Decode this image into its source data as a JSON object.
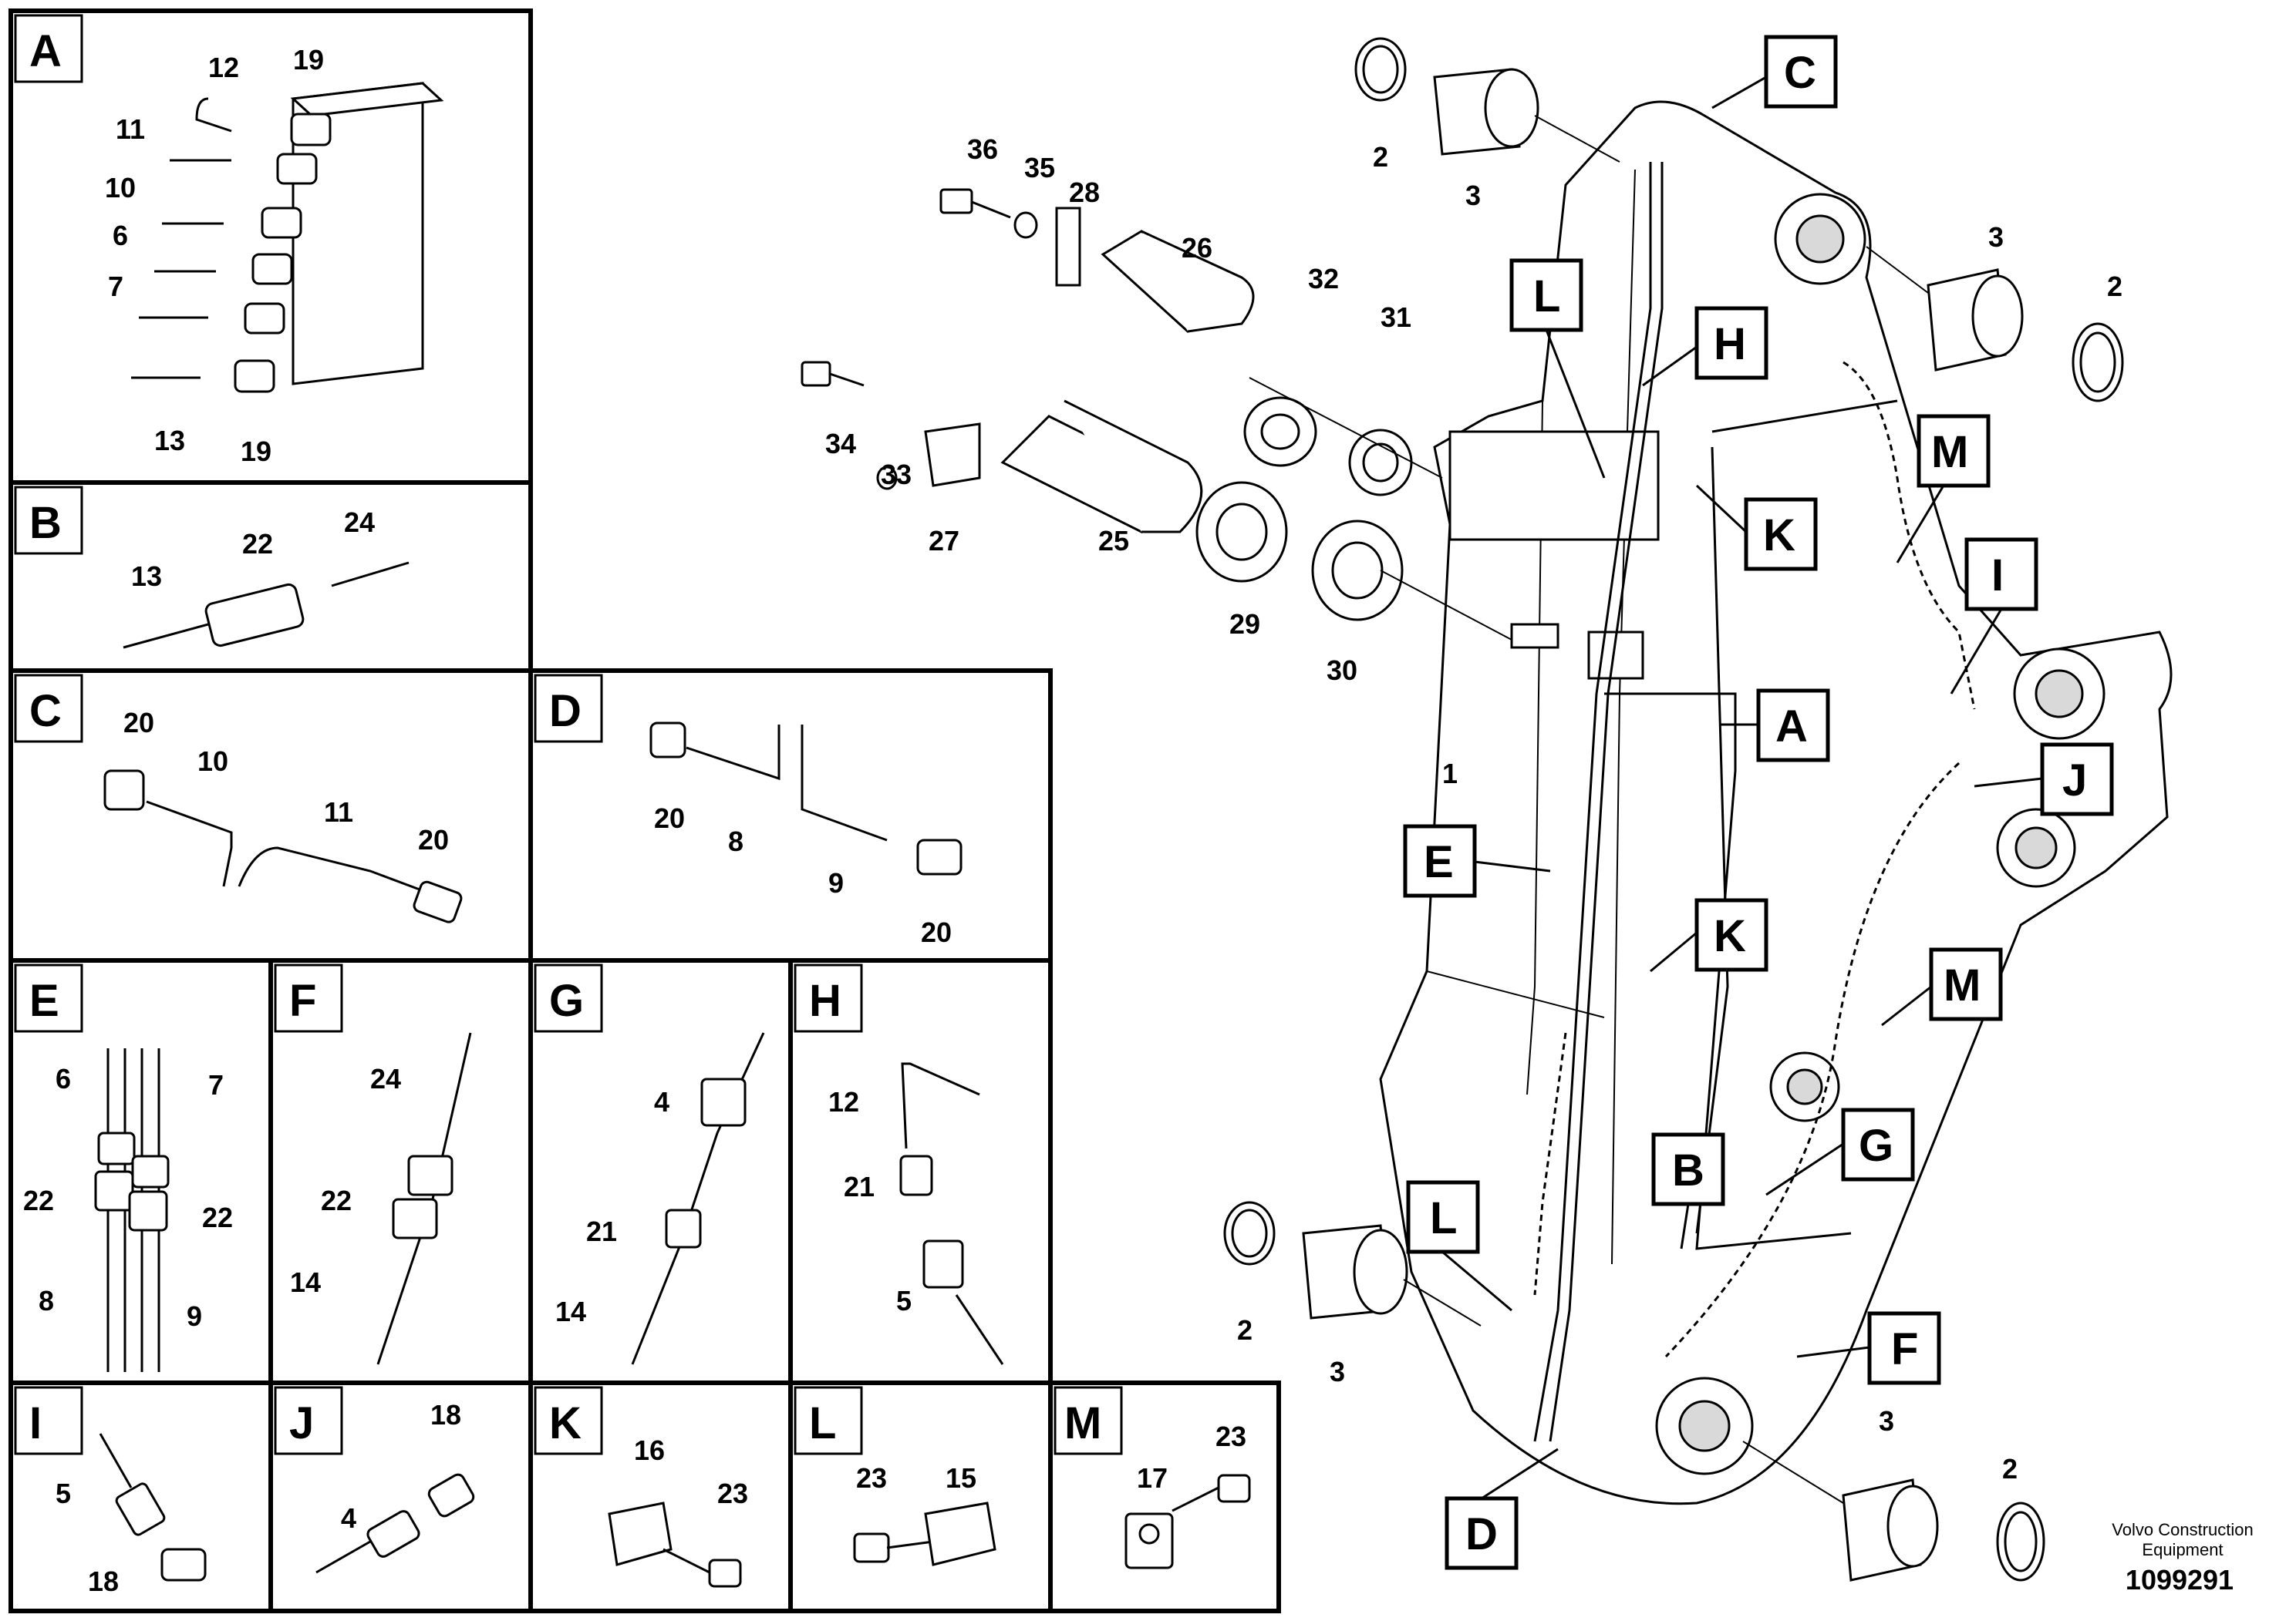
{
  "panels": {
    "A": {
      "letter": "A",
      "labels": [
        "12",
        "19",
        "11",
        "10",
        "6",
        "7",
        "13",
        "19"
      ]
    },
    "B": {
      "letter": "B",
      "labels": [
        "24",
        "22",
        "13"
      ]
    },
    "C": {
      "letter": "C",
      "labels": [
        "20",
        "10",
        "11",
        "20"
      ]
    },
    "D": {
      "letter": "D",
      "labels": [
        "20",
        "8",
        "9",
        "20"
      ]
    },
    "E": {
      "letter": "E",
      "labels": [
        "6",
        "7",
        "22",
        "22",
        "8",
        "9"
      ]
    },
    "F": {
      "letter": "F",
      "labels": [
        "24",
        "22",
        "14"
      ]
    },
    "G": {
      "letter": "G",
      "labels": [
        "4",
        "21",
        "14"
      ]
    },
    "H": {
      "letter": "H",
      "labels": [
        "12",
        "21",
        "5"
      ]
    },
    "I": {
      "letter": "I",
      "labels": [
        "5",
        "18"
      ]
    },
    "J": {
      "letter": "J",
      "labels": [
        "18",
        "4"
      ]
    },
    "K": {
      "letter": "K",
      "labels": [
        "16",
        "23"
      ]
    },
    "L": {
      "letter": "L",
      "labels": [
        "23",
        "15"
      ]
    },
    "M": {
      "letter": "M",
      "labels": [
        "17",
        "23"
      ]
    }
  },
  "main": {
    "part_labels": [
      "36",
      "35",
      "28",
      "26",
      "32",
      "31",
      "34",
      "33",
      "27",
      "25",
      "29",
      "30",
      "2",
      "3",
      "3",
      "2",
      "1",
      "2",
      "3",
      "3",
      "2"
    ],
    "callouts": [
      "C",
      "L",
      "H",
      "M",
      "K",
      "I",
      "A",
      "J",
      "E",
      "K",
      "M",
      "L",
      "B",
      "G",
      "F",
      "D"
    ]
  },
  "footer": {
    "company_line1": "Volvo Construction",
    "company_line2": "Equipment",
    "drawing_number": "1099291"
  }
}
